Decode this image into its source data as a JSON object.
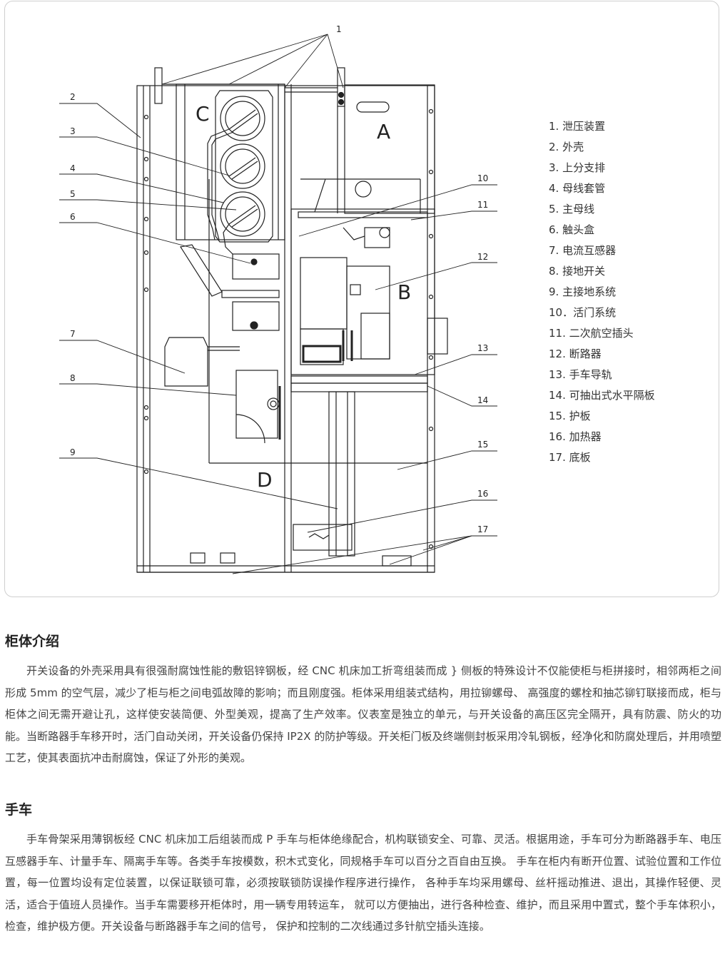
{
  "diagram": {
    "callout_numbers": [
      "1",
      "2",
      "3",
      "4",
      "5",
      "6",
      "7",
      "8",
      "9",
      "10",
      "11",
      "12",
      "13",
      "14",
      "15",
      "16",
      "17"
    ],
    "compartment_labels": {
      "a": "A",
      "b": "B",
      "c": "C",
      "d": "D"
    }
  },
  "legend": {
    "items": [
      "1. 泄压装置",
      "2. 外壳",
      "3. 上分支排",
      "4. 母线套管",
      "5. 主母线",
      "6. 触头盒",
      "7. 电流互感器",
      "8. 接地开关",
      "9. 主接地系统",
      "10．活门系统",
      "11. 二次航空插头",
      "12. 断路器",
      "13. 手车导轨",
      "14. 可抽出式水平隔板",
      "15. 护板",
      "16. 加热器",
      "17. 底板"
    ]
  },
  "sections": [
    {
      "title": "柜体介绍",
      "body": "开关设备的外壳采用具有很强耐腐蚀性能的敷铝锌钢板，经 CNC 机床加工折弯组装而成 } 侧板的特殊设计不仅能使柜与柜拼接时，相邻两柜之间形成 5mm 的空气层，减少了柜与柜之间电弧故障的影响；而且刚度强。柜体采用组装式结构，用拉铆螺母、 高强度的螺栓和抽芯铆钉联接而成，柜与柜体之间无需开避让孔，这样使安装简便、外型美观，提高了生产效率。仪表室是独立的单元，与开关设备的高压区完全隔开，具有防震、防火的功能。当断路器手车移开时，活门自动关闭，开关设备仍保持 IP2X 的防护等级。开关柜门板及终端侧封板采用冷轧钢板，经净化和防腐处理后，并用喷塑工艺，使其表面抗冲击耐腐蚀，保证了外形的美观。"
    },
    {
      "title": "手车",
      "body": "手车骨架采用薄钢板经 CNC 机床加工后组装而成 P 手车与柜体绝缘配合，机构联锁安全、可靠、灵活。根据用途，手车可分为断路器手车、电压互感器手车、计量手车、隔离手车等。各类手车按模数，积木式变化，同规格手车可以百分之百自由互换。 手车在柜内有断开位置、试验位置和工作位置，每一位置均设有定位装置，以保证联锁可靠，必须按联锁防误操作程序进行操作， 各种手车均采用螺母、丝杆摇动推进、退出，其操作轻便、灵活，适合于值班人员操作。当手车需要移开柜体时，用一辆专用转运车， 就可以方便抽出，进行各种检查、维护，而且采用中置式，整个手车体积小，检查，维护极方便。开关设备与断路器手车之间的信号， 保护和控制的二次线通过多针航空插头连接。"
    }
  ]
}
